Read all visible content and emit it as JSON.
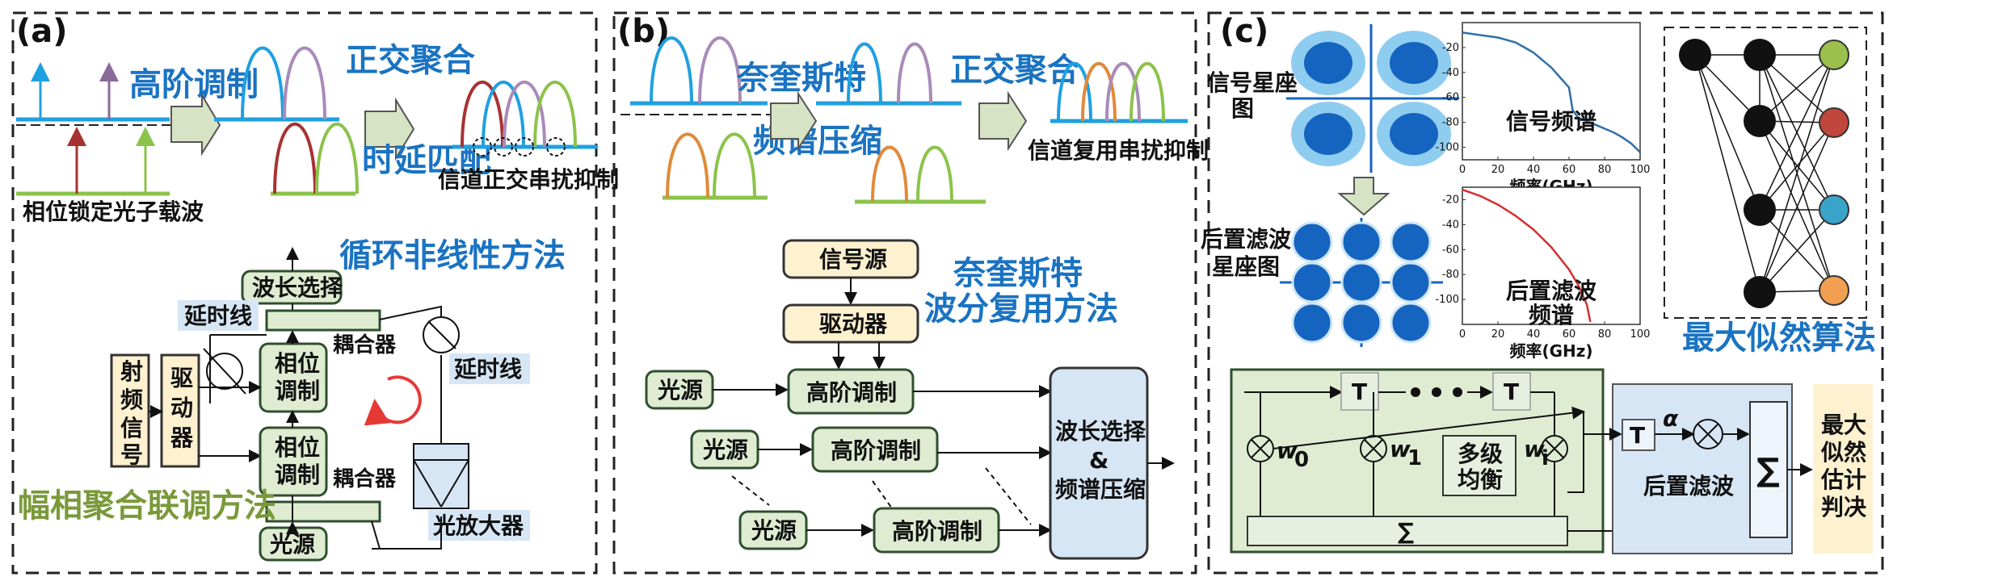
{
  "panels": {
    "a": {
      "letter": "(a)",
      "high_order_mod": "高阶调制",
      "orth_aggregation": "正交聚合",
      "delay_match": "时延匹配",
      "carrier": "相位锁定光子载波",
      "crosstalk": "信道正交串扰抑制",
      "recirc_method": "循环非线性方法",
      "wavelength_select": "波长选择",
      "delay_line_1": "延时线",
      "coupler_1": "耦合器",
      "phase_mod_1": "相位调制",
      "rf_signal": "射频信号",
      "driver": "驱动器",
      "phase_mod_2": "相位调制",
      "delay_line_2": "延时线",
      "coupler_2": "耦合器",
      "joint_method": "幅相聚合联调方法",
      "light_source": "光源",
      "amplifier": "光放大器"
    },
    "b": {
      "letter": "(b)",
      "nyquist": "奈奎斯特",
      "spectrum_compress": "频谱压缩",
      "orth_aggregation": "正交聚合",
      "mux_crosstalk": "信道复用串扰抑制",
      "signal_source": "信号源",
      "driver": "驱动器",
      "method_line1": "奈奎斯特",
      "method_line2": "波分复用方法",
      "light_1": "光源",
      "light_2": "光源",
      "light_3": "光源",
      "mod_1": "高阶调制",
      "mod_2": "高阶调制",
      "mod_3": "高阶调制",
      "right_box_l1": "波长选择",
      "right_box_l2": "&",
      "right_box_l3": "频谱压缩"
    },
    "c": {
      "letter": "(c)",
      "const_label_l1": "信号星座",
      "const_label_l2": "图",
      "post_const_l1": "后置滤波",
      "post_const_l2": "星座图",
      "spectrum_1_title": "信号频谱",
      "spectrum_2_title_l1": "后置滤波",
      "spectrum_2_title_l2": "频谱",
      "xlabel": "频率(GHz)",
      "ml_algo": "最大似然算法",
      "eq_label_l1": "多级",
      "eq_label_l2": "均衡",
      "post_filter": "后置滤波",
      "decision_l1": "最大",
      "decision_l2": "似然",
      "decision_l3": "估计",
      "decision_l4": "判决",
      "t_label": "T",
      "sigma": "∑",
      "alpha": "α",
      "w0": "w",
      "w0_sub": "0",
      "w1": "w",
      "w1_sub": "1",
      "wi": "w",
      "wi_sub": "i",
      "x_ticks": [
        "0",
        "20",
        "40",
        "60",
        "80",
        "100"
      ],
      "y_ticks": [
        "-20",
        "-40",
        "-60",
        "-80",
        "-100"
      ]
    }
  },
  "chart_data": [
    {
      "type": "line",
      "title": "信号频谱",
      "xlabel": "频率(GHz)",
      "ylabel": "",
      "xlim": [
        0,
        100
      ],
      "ylim": [
        -110,
        0
      ],
      "series": [
        {
          "x": [
            0,
            5,
            10,
            15,
            20,
            25,
            30,
            35,
            40,
            45,
            50,
            55,
            60,
            62,
            65,
            70,
            75,
            80,
            85,
            90,
            95,
            100
          ],
          "y": [
            -8,
            -9,
            -10,
            -11,
            -12,
            -14,
            -16,
            -20,
            -24,
            -30,
            -36,
            -44,
            -52,
            -70,
            -76,
            -79,
            -82,
            -85,
            -88,
            -92,
            -97,
            -104
          ]
        }
      ]
    },
    {
      "type": "line",
      "title": "后置滤波频谱",
      "xlabel": "频率(GHz)",
      "ylabel": "",
      "xlim": [
        0,
        100
      ],
      "ylim": [
        -120,
        -10
      ],
      "series": [
        {
          "x": [
            0,
            10,
            20,
            30,
            40,
            50,
            60,
            65,
            70,
            72
          ],
          "y": [
            -12,
            -17,
            -24,
            -33,
            -44,
            -58,
            -76,
            -88,
            -104,
            -118
          ]
        }
      ]
    }
  ]
}
